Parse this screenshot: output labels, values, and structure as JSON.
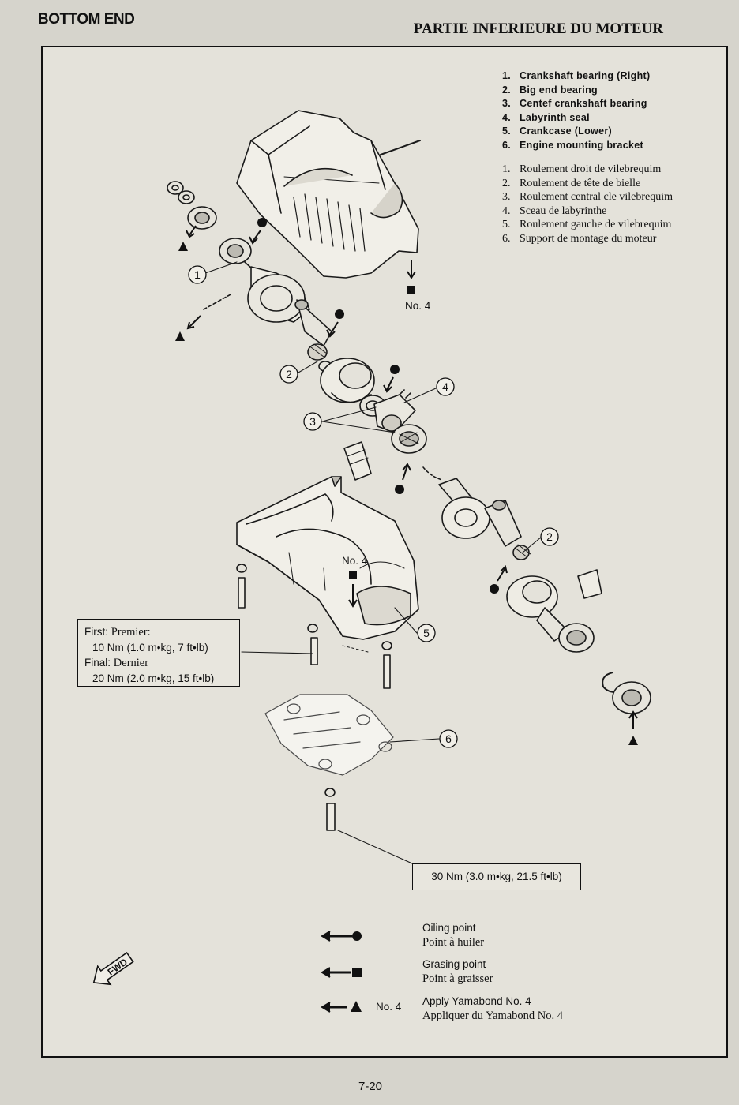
{
  "header": {
    "left_title": "BOTTOM END",
    "right_title": "PARTIE INFERIEURE DU MOTEUR"
  },
  "legend_en": [
    {
      "num": "1.",
      "text": "Crankshaft bearing (Right)"
    },
    {
      "num": "2.",
      "text": "Big end bearing"
    },
    {
      "num": "3.",
      "text": "Centef crankshaft bearing"
    },
    {
      "num": "4.",
      "text": "Labyrinth seal"
    },
    {
      "num": "5.",
      "text": "Crankcase (Lower)"
    },
    {
      "num": "6.",
      "text": "Engine mounting bracket"
    }
  ],
  "legend_fr": [
    {
      "num": "1.",
      "text": "Roulement droit de vilebrequim"
    },
    {
      "num": "2.",
      "text": "Roulement de tête de bielle"
    },
    {
      "num": "3.",
      "text": "Roulement central cle vilebrequim"
    },
    {
      "num": "4.",
      "text": "Sceau de labyrinthe"
    },
    {
      "num": "5.",
      "text": "Roulement gauche de vilebrequim"
    },
    {
      "num": "6.",
      "text": "Support de montage du moteur"
    }
  ],
  "callouts": [
    "1",
    "2",
    "3",
    "4",
    "2",
    "5",
    "6"
  ],
  "no4_label": "No. 4",
  "torque_first": {
    "label_en": "First:",
    "label_fr": "Premier:",
    "value": "10 Nm (1.0 m•kg, 7 ft•lb)"
  },
  "torque_final": {
    "label_en": "Final:",
    "label_fr": "Dernier",
    "value": "20 Nm (2.0 m•kg, 15 ft•lb)"
  },
  "torque_bracket": "30 Nm (3.0 m•kg, 21.5 ft•lb)",
  "symbol_key": [
    {
      "en": "Oiling point",
      "fr": "Point à huiler"
    },
    {
      "en": "Grasing point",
      "fr": "Point à graisser"
    },
    {
      "en": "Apply Yamabond No. 4",
      "fr": "Appliquer du Yamabond No. 4"
    }
  ],
  "fwd_label": "FWD",
  "page_number": "7-20",
  "colors": {
    "ink": "#111111",
    "paper": "#e4e2da"
  },
  "icons": [
    "oiling-point-icon",
    "greasing-point-icon",
    "yamabond-icon",
    "fwd-arrow-icon"
  ]
}
